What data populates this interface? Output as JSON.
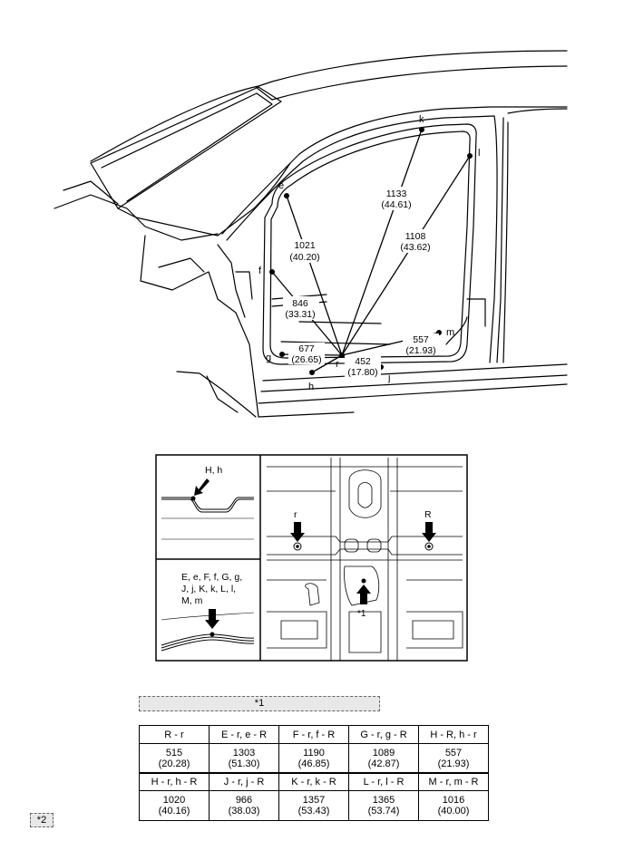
{
  "main_figure": {
    "points": [
      "e",
      "f",
      "g",
      "h",
      "j",
      "k",
      "l",
      "m",
      "r"
    ],
    "measurements": [
      {
        "from": "e",
        "value": "1021",
        "inch": "(40.20)"
      },
      {
        "from": "f",
        "value": "846",
        "inch": "(33.31)"
      },
      {
        "from": "g",
        "value": "677",
        "inch": "(26.65)"
      },
      {
        "from": "h",
        "value": "452",
        "inch": "(17.80)"
      },
      {
        "from": "k",
        "value": "1133",
        "inch": "(44.61)"
      },
      {
        "from": "l",
        "value": "1108",
        "inch": "(43.62)"
      },
      {
        "from": "m",
        "value": "557",
        "inch": "(21.93)"
      }
    ]
  },
  "detail": {
    "h_label": "H, h",
    "others_label_lines": [
      "E, e, F, f, G, g,",
      "J, j, K, k, L, l,",
      "M, m"
    ],
    "r_label": "r",
    "R_label": "R",
    "note_marker": "*1"
  },
  "note_box": "*1",
  "table1": {
    "headers": [
      "R - r",
      "E - r, e - R",
      "F - r, f - R",
      "G - r, g - R",
      "H - R, h - r"
    ],
    "values": [
      "515",
      "1303",
      "1190",
      "1089",
      "557"
    ],
    "inches": [
      "(20.28)",
      "(51.30)",
      "(46.85)",
      "(42.87)",
      "(21.93)"
    ]
  },
  "table2": {
    "headers": [
      "H - r, h - R",
      "J - r, j - R",
      "K - r, k - R",
      "L - r, l - R",
      "M - r, m - R"
    ],
    "values": [
      "1020",
      "966",
      "1357",
      "1365",
      "1016"
    ],
    "inches": [
      "(40.16)",
      "(38.03)",
      "(53.43)",
      "(53.74)",
      "(40.00)"
    ]
  },
  "corner_marker": "*2"
}
